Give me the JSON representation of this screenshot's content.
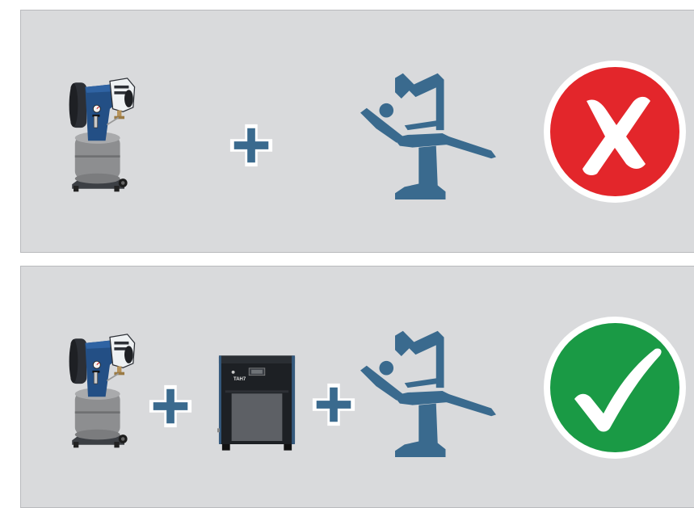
{
  "colors": {
    "panel_background": "#d9dadc",
    "icon_blue": "#3a6a8e",
    "wrong_red": "#e3262b",
    "right_green": "#1a9a45"
  },
  "rows": [
    {
      "items": [
        "air-compressor",
        "plus",
        "dental-chair",
        "cross-mark"
      ],
      "result": "incorrect"
    },
    {
      "items": [
        "air-compressor",
        "plus",
        "air-dryer-unit",
        "plus",
        "dental-chair",
        "check-mark"
      ],
      "result": "correct"
    }
  ],
  "dryer_unit": {
    "label": "TAH7"
  }
}
